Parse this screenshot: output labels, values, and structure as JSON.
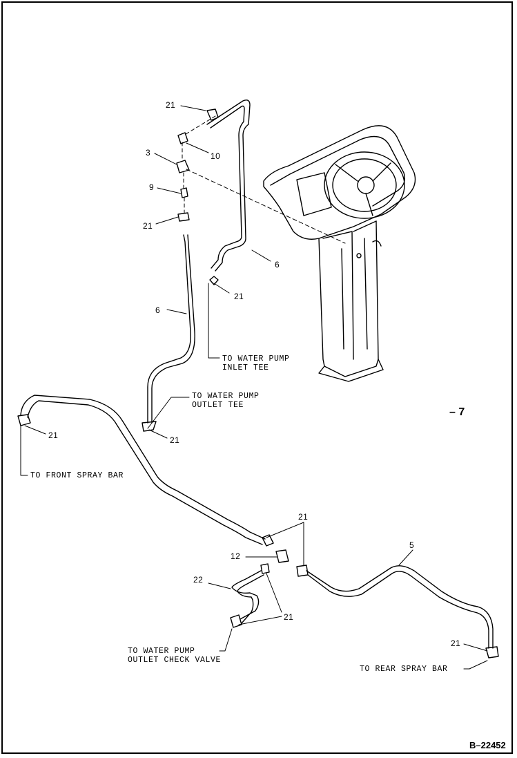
{
  "diagram": {
    "figure_code": "B–22452",
    "figure_ref": "– 7",
    "callouts": {
      "c21a": "21",
      "c10": "10",
      "c3": "3",
      "c9": "9",
      "c21b": "21",
      "c6a": "6",
      "c21c": "21",
      "c6b": "6",
      "c21d": "21",
      "c21e": "21",
      "c21f": "21",
      "c12": "12",
      "c5": "5",
      "c22": "22",
      "c21g": "21",
      "c21h": "21"
    },
    "notes": {
      "inlet_tee": "TO WATER PUMP\nINLET TEE",
      "outlet_tee": "TO WATER PUMP\nOUTLET TEE",
      "front_spray": "TO FRONT SPRAY BAR",
      "check_valve": "TO WATER PUMP\nOUTLET CHECK VALVE",
      "rear_spray": "TO REAR SPRAY BAR"
    }
  }
}
